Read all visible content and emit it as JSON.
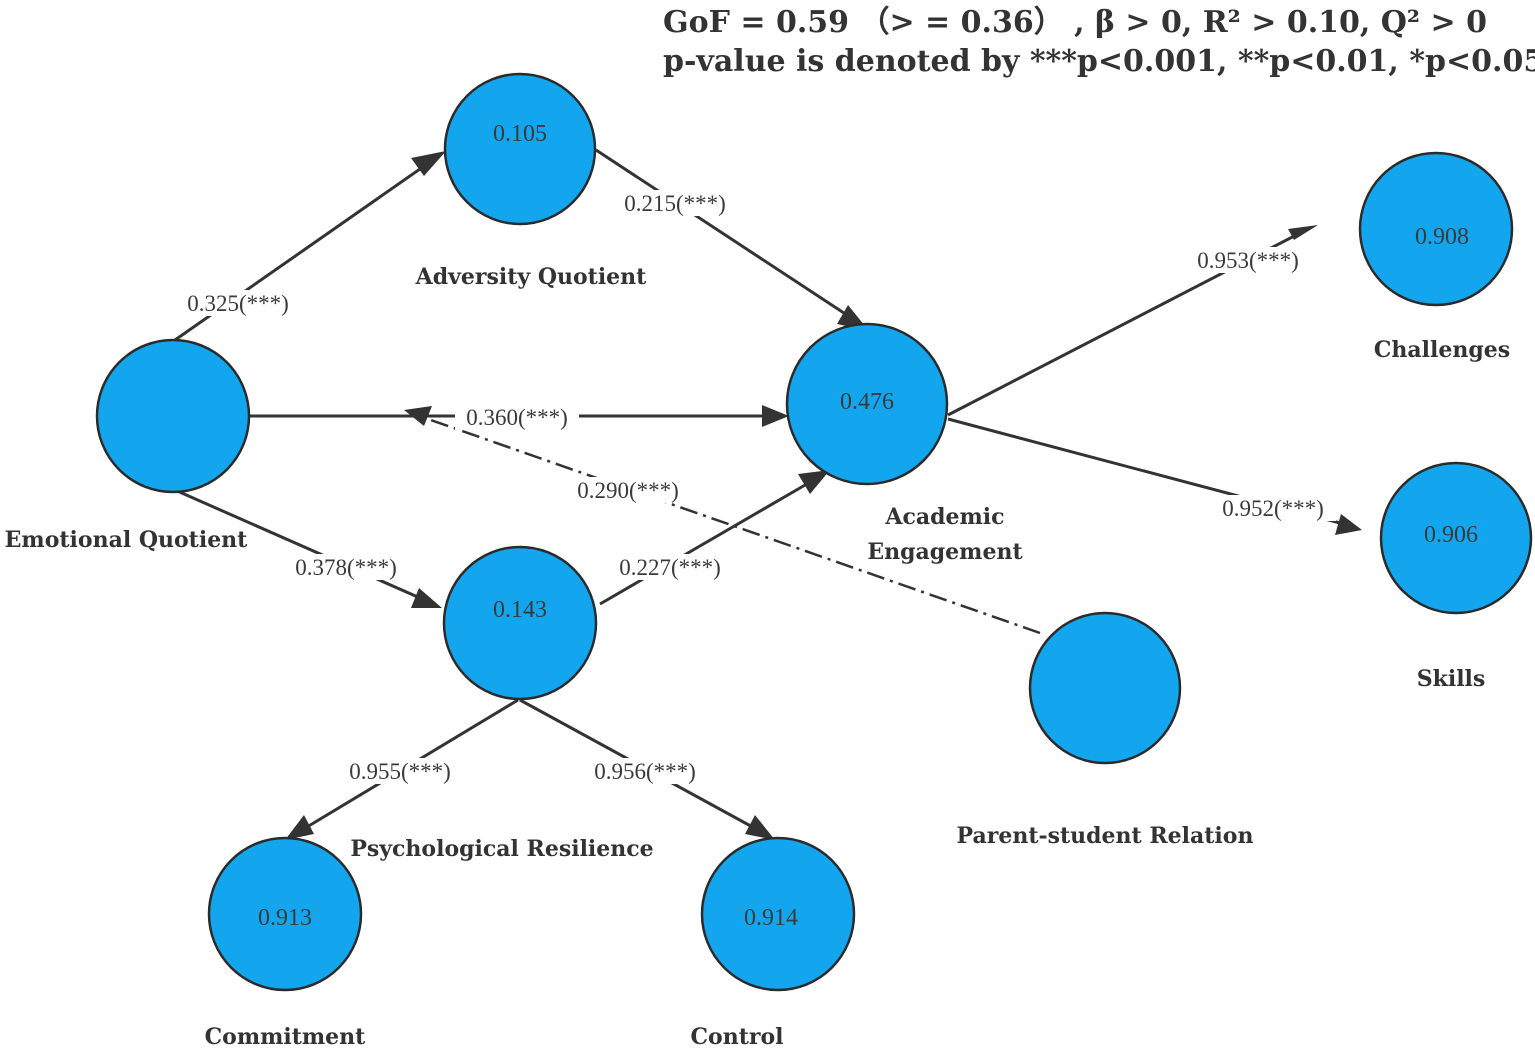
{
  "header": {
    "line1": "GoF = 0.59 （> = 0.36） ,  β > 0,  R² > 0.10,  Q² > 0",
    "line2": "p-value is denoted by ***p<0.001, **p<0.01, *p<0.05"
  },
  "nodes": {
    "adversity": {
      "label": "Adversity Quotient",
      "value": "0.105"
    },
    "emotional": {
      "label": "Emotional Quotient",
      "value": ""
    },
    "academic": {
      "label_line1": "Academic",
      "label_line2": "Engagement",
      "value": "0.476"
    },
    "resilience": {
      "label": "Psychological Resilience",
      "value": "0.143"
    },
    "parent": {
      "label": "Parent-student Relation",
      "value": ""
    },
    "challenges": {
      "label": "Challenges",
      "value": "0.908"
    },
    "skills": {
      "label": "Skills",
      "value": "0.906"
    },
    "commitment": {
      "label": "Commitment",
      "value": "0.913"
    },
    "control": {
      "label": "Control",
      "value": "0.914"
    }
  },
  "paths": {
    "eq_to_aq": "0.325(***)",
    "aq_to_ae": "0.215(***)",
    "eq_to_ae": "0.360(***)",
    "parent_to_eq_ae": "0.290(***)",
    "eq_to_pr": "0.378(***)",
    "pr_to_ae": "0.227(***)",
    "ae_to_challenges": "0.953(***)",
    "ae_to_skills": "0.952(***)",
    "pr_to_commitment": "0.955(***)",
    "pr_to_control": "0.956(***)"
  },
  "colors": {
    "node_fill": "#13a6ef",
    "node_stroke": "#2b2b2b",
    "line": "#333333"
  }
}
